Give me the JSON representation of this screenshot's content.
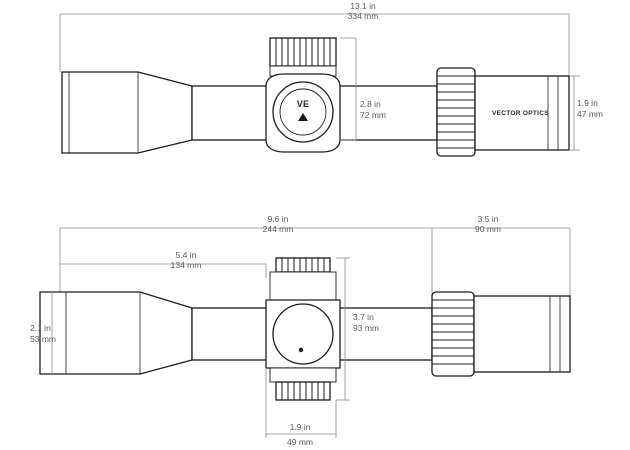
{
  "top_view": {
    "overall_length": {
      "in": "13.1 in",
      "mm": "334 mm"
    },
    "turret_height": {
      "in": "2.8 in",
      "mm": "72 mm"
    },
    "ocular_diameter": {
      "in": "1.9 in",
      "mm": "47 mm"
    },
    "brand_text": "VECTOR OPTICS"
  },
  "side_view": {
    "length_to_ocular": {
      "in": "9.6 in",
      "mm": "244 mm"
    },
    "ocular_length": {
      "in": "3.5 in",
      "mm": "90 mm"
    },
    "objective_to_turret": {
      "in": "5.4 in",
      "mm": "134 mm"
    },
    "objective_diameter": {
      "in": "2.1 in",
      "mm": "53 mm"
    },
    "turret_span": {
      "in": "3.7 in",
      "mm": "93 mm"
    },
    "turret_width": {
      "in": "1.9 in",
      "mm": "49 mm"
    }
  }
}
